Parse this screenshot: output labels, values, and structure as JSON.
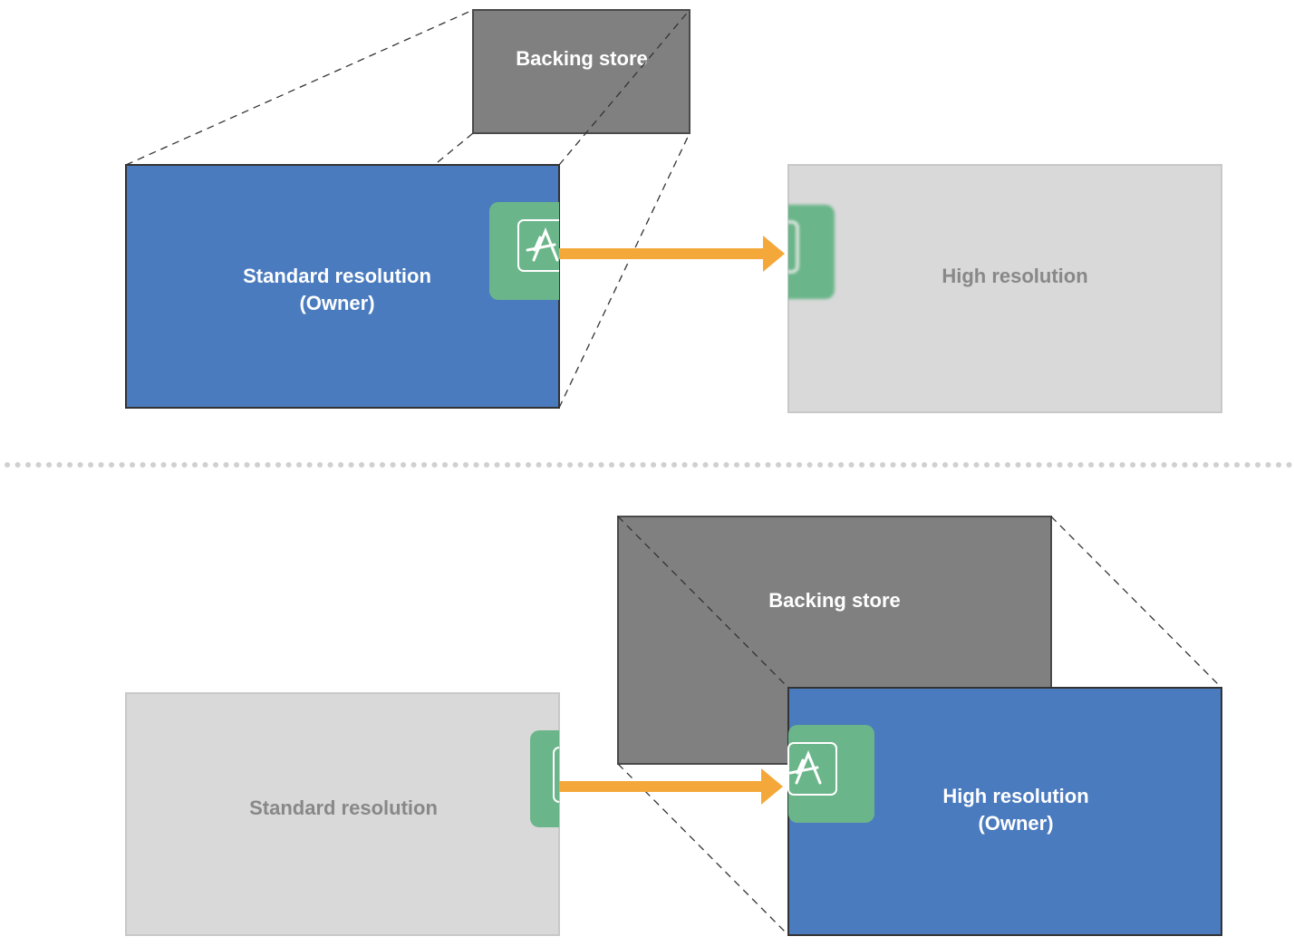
{
  "colors": {
    "owner_fill": "#4A7BBE",
    "backing_store_fill": "#808080",
    "inactive_fill": "#D9D9D9",
    "inactive_text": "#888888",
    "app_icon_fill": "#6BB58A",
    "arrow": "#F5A83A",
    "separator_dots": "#D0D0D0"
  },
  "top_panel": {
    "backing_store_label": "Backing store",
    "owner_label_line1": "Standard resolution",
    "owner_label_line2": "(Owner)",
    "target_label": "High resolution",
    "icon": "app-store-icon"
  },
  "bottom_panel": {
    "backing_store_label": "Backing store",
    "source_label": "Standard resolution",
    "owner_label_line1": "High resolution",
    "owner_label_line2": "(Owner)",
    "icon": "app-store-icon"
  }
}
